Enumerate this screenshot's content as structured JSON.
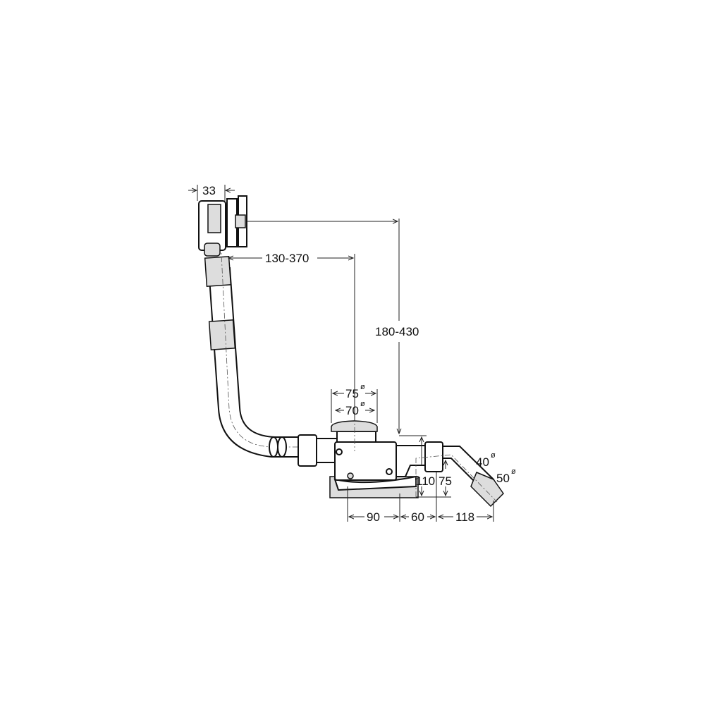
{
  "diagram": {
    "dimensions": {
      "overflow_depth": "33",
      "horizontal_range": "130-370",
      "vertical_range": "180-430",
      "outer_diameter": "75",
      "inner_diameter": "70",
      "height_total": "110",
      "height_outlet": "75",
      "width_body": "90",
      "width_trap": "60",
      "width_outlet": "118",
      "outlet_diameter_small": "40",
      "outlet_diameter_large": "50",
      "diameter_symbol": "ø"
    }
  }
}
